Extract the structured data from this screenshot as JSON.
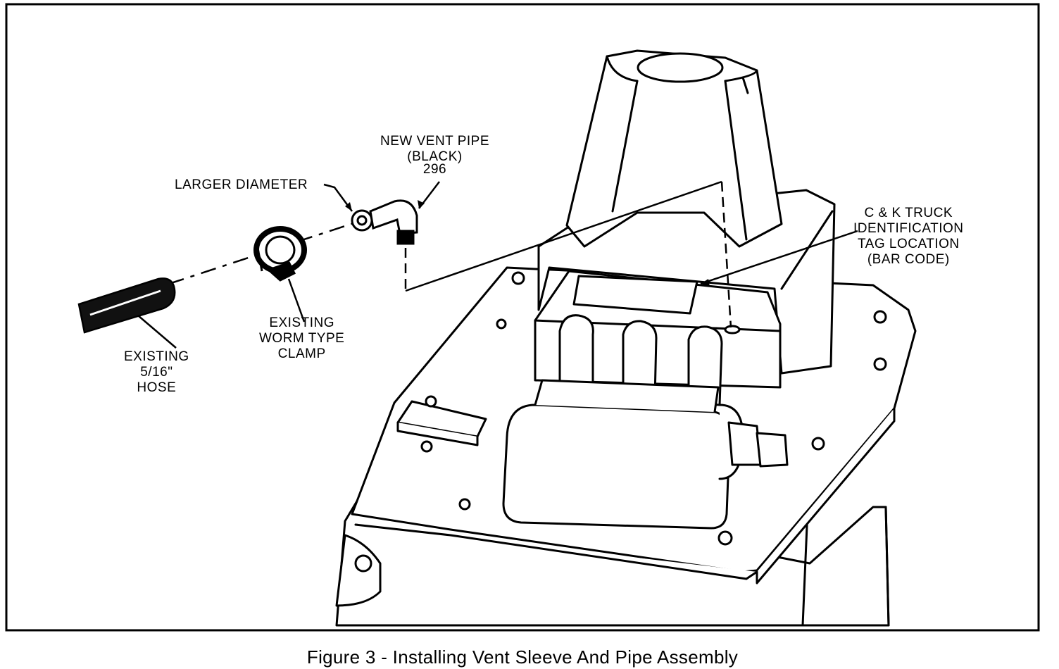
{
  "figure": {
    "labels": {
      "new_vent_pipe": [
        "NEW VENT PIPE",
        "(BLACK)",
        "296"
      ],
      "larger_diameter": "LARGER DIAMETER",
      "ck_truck": [
        "C & K TRUCK",
        "IDENTIFICATION",
        "TAG LOCATION",
        "(BAR CODE)"
      ],
      "worm_clamp": [
        "EXISTING",
        "WORM TYPE",
        "CLAMP"
      ],
      "hose": [
        "EXISTING",
        "5/16\"",
        "HOSE"
      ]
    },
    "caption": "Figure 3 - Installing Vent Sleeve And Pipe Assembly"
  }
}
